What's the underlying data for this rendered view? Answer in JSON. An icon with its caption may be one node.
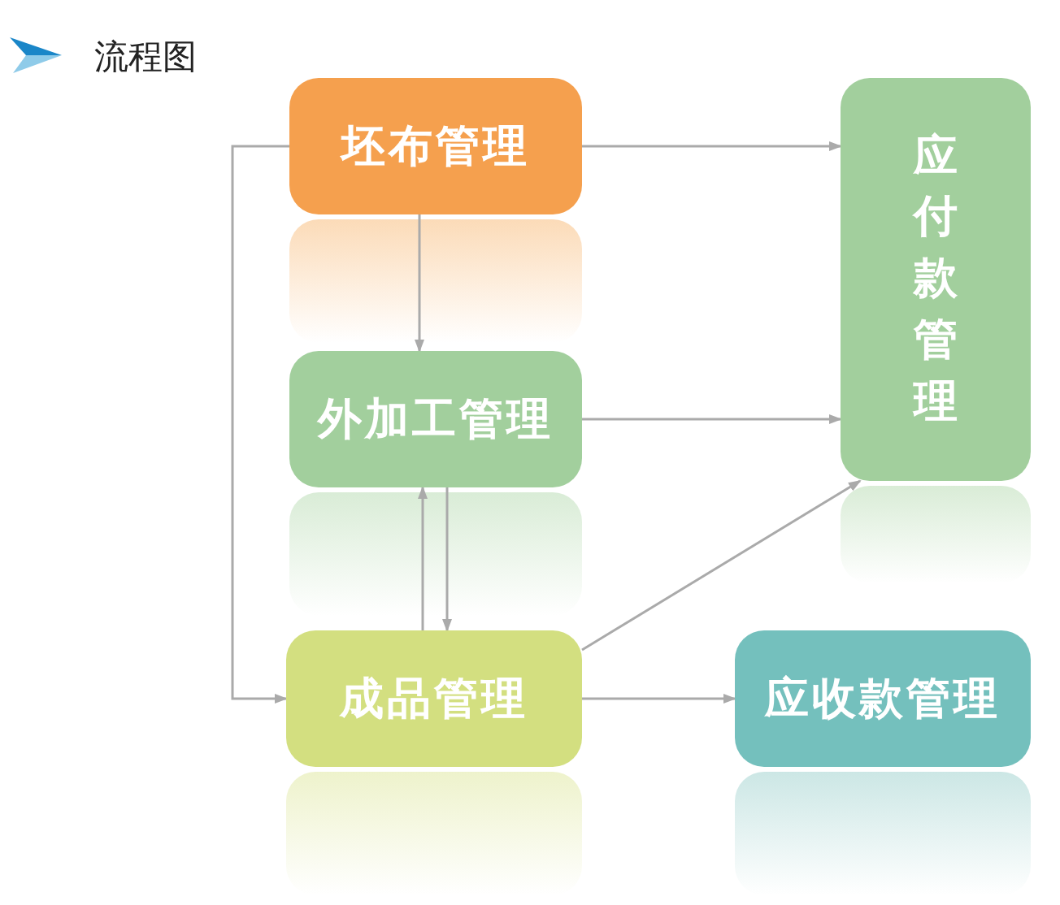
{
  "diagram": {
    "title": "流程图",
    "nodes": [
      {
        "text": [
          "坯布管理"
        ]
      },
      {
        "text": [
          "外加工管理"
        ]
      },
      {
        "text": [
          "成品管理"
        ]
      },
      {
        "text": [
          "应付款管理"
        ]
      },
      {
        "text": [
          "应收款管理"
        ]
      }
    ],
    "edges": [
      {
        "from": 0,
        "to": 1,
        "arrow": "to"
      },
      {
        "from": 1,
        "to": 2,
        "arrow": "to"
      },
      {
        "from": 2,
        "to": 1,
        "arrow": "to"
      },
      {
        "from": 0,
        "to": 3,
        "arrow": "to"
      },
      {
        "from": 1,
        "to": 3,
        "arrow": "to"
      },
      {
        "from": 2,
        "to": 3,
        "arrow": "to"
      },
      {
        "from": 2,
        "to": 4,
        "arrow": "to"
      },
      {
        "from": 0,
        "to": 2,
        "arrow": "to"
      }
    ]
  }
}
